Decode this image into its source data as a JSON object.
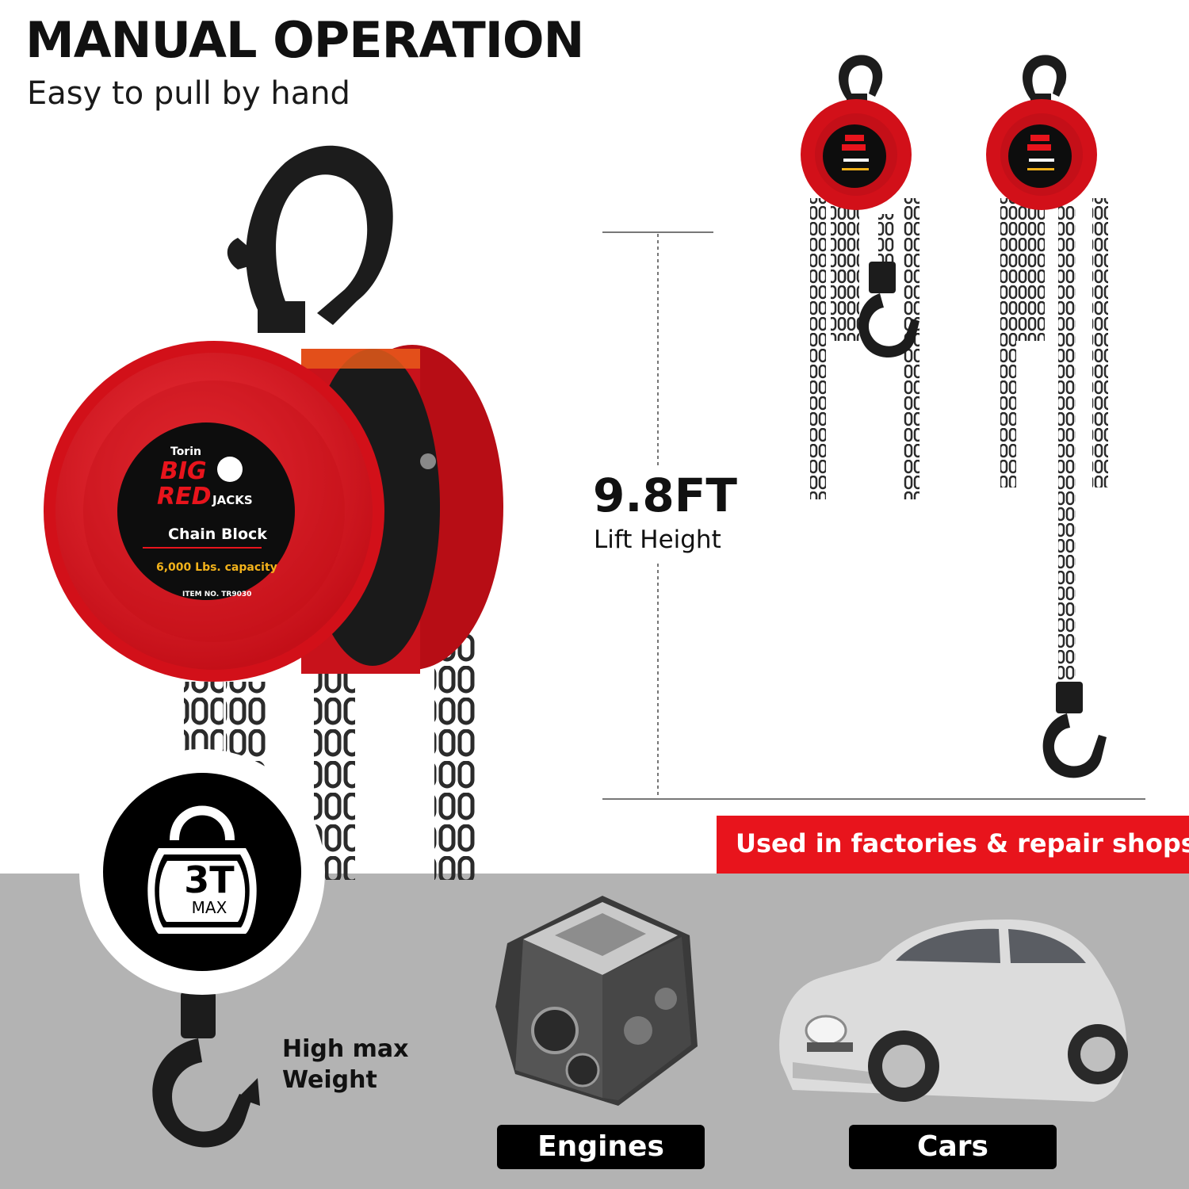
{
  "header": {
    "title": "MANUAL OPERATION",
    "subtitle": "Easy to pull by hand"
  },
  "lift": {
    "value": "9.8FT",
    "caption": "Lift Height"
  },
  "banner": {
    "text": "Used in factories & repair shops"
  },
  "badge": {
    "value": "3T",
    "unit": "MAX",
    "icon": "kettlebell-icon"
  },
  "feature": {
    "line1": "High max",
    "line2": "Weight"
  },
  "uses": {
    "engines_label": "Engines",
    "cars_label": "Cars"
  },
  "product_label": {
    "brand_top": "Torin",
    "brand_big1": "BIG",
    "brand_big2": "RED",
    "brand_side": "JACKS",
    "name": "Chain Block",
    "capacity": "6,000 Lbs. capacity",
    "item": "ITEM NO. TR9030"
  },
  "colors": {
    "accent_red": "#e8141c",
    "hoist_red": "#d9131d",
    "band_gray": "#b3b3b3",
    "ink": "#111111"
  }
}
